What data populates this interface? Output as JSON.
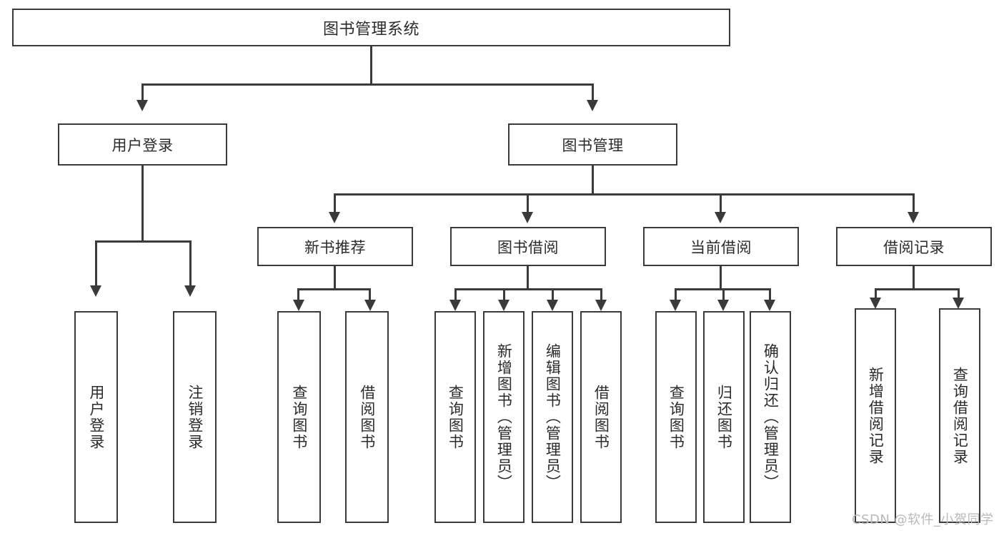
{
  "diagram": {
    "title": "图书管理系统",
    "type": "tree-hierarchy",
    "root": {
      "label": "图书管理系统"
    },
    "level1": [
      {
        "label": "用户登录"
      },
      {
        "label": "图书管理"
      }
    ],
    "level2": [
      {
        "label": "新书推荐"
      },
      {
        "label": "图书借阅"
      },
      {
        "label": "当前借阅"
      },
      {
        "label": "借阅记录"
      }
    ],
    "leaves": {
      "user_login": [
        {
          "label": "用户登录"
        },
        {
          "label": "注销登录"
        }
      ],
      "new_book_recommend": [
        {
          "label": "查询图书"
        },
        {
          "label": "借阅图书"
        }
      ],
      "book_borrow": [
        {
          "label": "查询图书"
        },
        {
          "label": "新增图书（管理员）"
        },
        {
          "label": "编辑图书（管理员）"
        },
        {
          "label": "借阅图书"
        }
      ],
      "current_borrow": [
        {
          "label": "查询图书"
        },
        {
          "label": "归还图书"
        },
        {
          "label": "确认归还（管理员）"
        }
      ],
      "borrow_record": [
        {
          "label": "新增借阅记录"
        },
        {
          "label": "查询借阅记录"
        }
      ]
    }
  },
  "watermark": {
    "text": "CSDN @软件_小贺同学"
  },
  "colors": {
    "stroke": "#3a3a3a",
    "text": "#2b2b2b",
    "background": "#ffffff",
    "watermark": "#b9b9b9"
  }
}
